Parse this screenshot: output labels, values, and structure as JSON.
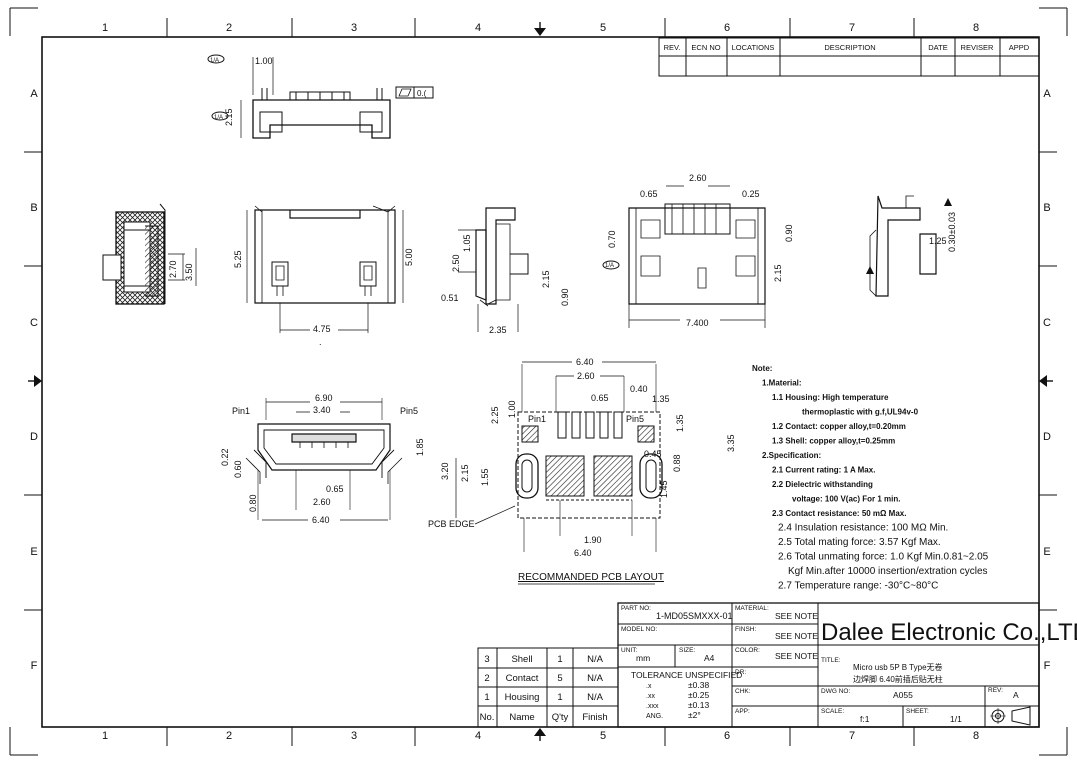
{
  "border": {
    "cols": [
      "1",
      "2",
      "3",
      "4",
      "5",
      "6",
      "7",
      "8"
    ],
    "rows": [
      "A",
      "B",
      "C",
      "D",
      "E",
      "F"
    ]
  },
  "revision_table": {
    "headers": [
      "REV.",
      "ECN NO",
      "LOCATIONS",
      "DESCRIPTION",
      "DATE",
      "REVISER",
      "APPD"
    ]
  },
  "top_view": {
    "label_a": "1/A",
    "label_b": "1/A",
    "dim_width": "1.00",
    "dim_height": "2.15",
    "flatness_value": "0.("
  },
  "left_section": {
    "dim_a": "2.70",
    "dim_b": "3.50"
  },
  "front_view": {
    "dim_height": "5.25",
    "dim_inner": "5.00",
    "dim_pitch": "4.75",
    "dot": "."
  },
  "side_view": {
    "dim_a": "2.50",
    "dim_b": "1.05",
    "dim_c": "2.15",
    "dim_d": "0.90",
    "dim_e": "0.51",
    "dim_f": "2.35"
  },
  "rear_view": {
    "dim_total": "2.60",
    "dim_left": "0.65",
    "dim_right": "0.25",
    "dim_height": "0.70",
    "dim_right_h": "0.90",
    "dim_bottom_h": "2.15",
    "dim_width": "7.400",
    "label": "1/A"
  },
  "right_view": {
    "dim_a": "1.25",
    "dim_b": "0.30±0.03"
  },
  "mating_view": {
    "dim_outer": "6.90",
    "dim_inner": "3.40",
    "pin1": "Pin1",
    "pin5": "Pin5",
    "dim_a": "0.22",
    "dim_b": "0.60",
    "dim_c": "1.85",
    "dim_pitch": "0.65",
    "dim_pins": "2.60",
    "dim_d": "0.80",
    "dim_bottom": "6.40",
    "pcb_edge": "PCB EDGE"
  },
  "pcb_layout": {
    "dim_top": "6.40",
    "dim_pins": "2.60",
    "dim_pitch": "0.65",
    "dim_pad": "0.40",
    "dim_a": "1.35",
    "dim_left_a": "2.25",
    "dim_left_b": "1.00",
    "pin1": "Pin1",
    "pin5": "Pin5",
    "dim_right_a": "1.35",
    "dim_right_b": "3.35",
    "dim_gap": "0.45",
    "dim_h1": "0.88",
    "dim_h2": "1.45",
    "dim_left_c": "3.20",
    "dim_left_d": "2.15",
    "dim_left_e": "1.55",
    "dim_bottom_a": "1.90",
    "dim_bottom_b": "6.40",
    "caption": "RECOMMANDED PCB LAYOUT"
  },
  "notes": [
    {
      "text": "Note:",
      "indent": 0,
      "bold": true
    },
    {
      "text": "1.Material:",
      "indent": 1,
      "bold": true
    },
    {
      "text": "1.1 Housing: High temperature",
      "indent": 2,
      "bold": true
    },
    {
      "text": "thermoplastic with g.f,UL94v-0",
      "indent": 5,
      "bold": true
    },
    {
      "text": "1.2 Contact: copper alloy,t=0.20mm",
      "indent": 2,
      "bold": true
    },
    {
      "text": "1.3 Shell: copper alloy,t=0.25mm",
      "indent": 2,
      "bold": true
    },
    {
      "text": "2.Specification:",
      "indent": 1,
      "bold": true
    },
    {
      "text": "2.1 Current rating: 1 A Max.",
      "indent": 2,
      "bold": true
    },
    {
      "text": "2.2 Dielectric withstanding",
      "indent": 2,
      "bold": true
    },
    {
      "text": "voltage: 100 V(ac) For 1 min.",
      "indent": 4,
      "bold": true
    },
    {
      "text": "2.3 Contact resistance: 50 mΩ Max.",
      "indent": 2,
      "bold": true
    },
    {
      "text": "2.4 Insulation resistance: 100 MΩ Min.",
      "indent": 2.6,
      "bold": false
    },
    {
      "text": "2.5 Total mating force: 3.57 Kgf Max.",
      "indent": 2.6,
      "bold": false
    },
    {
      "text": "2.6 Total unmating force: 1.0 Kgf Min.0.81~2.05",
      "indent": 2.6,
      "bold": false
    },
    {
      "text": "Kgf Min.after 10000 insertion/extration cycles",
      "indent": 3.6,
      "bold": false
    },
    {
      "text": "2.7 Temperature range: -30°C~80°C",
      "indent": 2.6,
      "bold": false
    }
  ],
  "bom": {
    "headers": [
      "No.",
      "Name",
      "Q'ty",
      "Finish"
    ],
    "rows": [
      [
        "3",
        "Shell",
        "1",
        "N/A"
      ],
      [
        "2",
        "Contact",
        "5",
        "N/A"
      ],
      [
        "1",
        "Housing",
        "1",
        "N/A"
      ]
    ]
  },
  "title_block": {
    "part_no_label": "PART NO:",
    "part_no": "1-MD05SMXXX-01",
    "model_no_label": "MODEL NO:",
    "unit_label": "UNIT:",
    "unit": "mm",
    "size_label": "SIZE:",
    "size": "A4",
    "tolerance_label": "TOLERANCE UNSPECIFIED",
    "tolerances": [
      {
        "k": ".x",
        "v": "±0.38"
      },
      {
        "k": ".xx",
        "v": "±0.25"
      },
      {
        "k": ".xxx",
        "v": "±0.13"
      },
      {
        "k": "ANG.",
        "v": "±2°"
      }
    ],
    "material_label": "MATERIAL:",
    "material": "SEE NOTE",
    "finish_label": "FINSH:",
    "finish": "SEE NOTE",
    "color_label": "COLOR:",
    "color": "SEE NOTE",
    "dr_label": "DR:",
    "chk_label": "CHK:",
    "app_label": "APP:",
    "company": "Dalee Electronic Co.,LTD",
    "title_label": "TITLE:",
    "title_line1": "Micro usb 5P B Type无卷",
    "title_line2": "边焊脚 6.40前插后贴无柱",
    "dwg_no_label": "DWG NO:",
    "dwg_no": "A055",
    "rev_label": "REV:",
    "rev": "A",
    "scale_label": "SCALE:",
    "scale": "f:1",
    "sheet_label": "SHEET:",
    "sheet": "1/1"
  }
}
